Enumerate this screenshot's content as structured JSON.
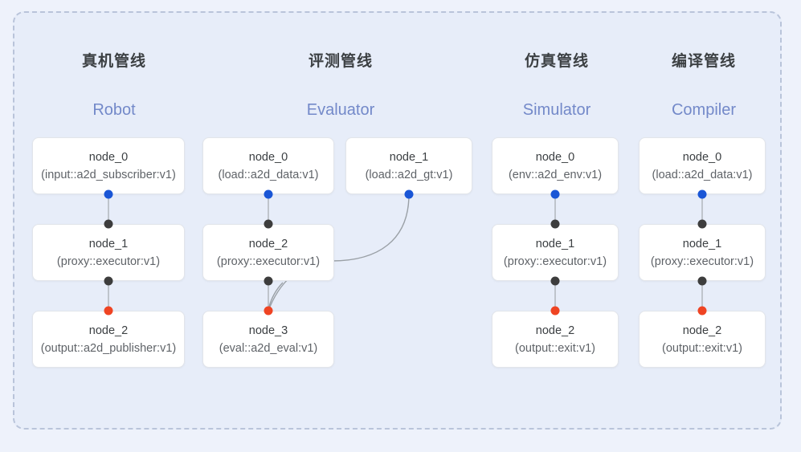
{
  "panel": {
    "name": "pipeline-graph-panel",
    "background_color": "#e7edf9",
    "border_color": "#b9c4da",
    "border_style": "dashed"
  },
  "colors": {
    "port_input": "#3d3d3d",
    "port_output": "#1a56d6",
    "port_final": "#ef4423",
    "edge": "#9aa0a6",
    "node_bg": "#ffffff",
    "node_border": "#e2e5ea",
    "title_cn": "#3c4043",
    "title_en": "#7389c9",
    "canvas_bg": "#eef2fb"
  },
  "columns": [
    {
      "id": "robot",
      "title_cn": "真机管线",
      "title_en": "Robot",
      "nodes": [
        {
          "name": "node_0",
          "type": "(input::a2d_subscriber:v1)"
        },
        {
          "name": "node_1",
          "type": "(proxy::executor:v1)"
        },
        {
          "name": "node_2",
          "type": "(output::a2d_publisher:v1)"
        }
      ]
    },
    {
      "id": "evaluator",
      "title_cn": "评测管线",
      "title_en": "Evaluator",
      "nodes": [
        {
          "name": "node_0",
          "type": "(load::a2d_data:v1)"
        },
        {
          "name": "node_1",
          "type": "(load::a2d_gt:v1)"
        },
        {
          "name": "node_2",
          "type": "(proxy::executor:v1)"
        },
        {
          "name": "node_3",
          "type": "(eval::a2d_eval:v1)"
        }
      ]
    },
    {
      "id": "simulator",
      "title_cn": "仿真管线",
      "title_en": "Simulator",
      "nodes": [
        {
          "name": "node_0",
          "type": "(env::a2d_env:v1)"
        },
        {
          "name": "node_1",
          "type": "(proxy::executor:v1)"
        },
        {
          "name": "node_2",
          "type": "(output::exit:v1)"
        }
      ]
    },
    {
      "id": "compiler",
      "title_cn": "编译管线",
      "title_en": "Compiler",
      "nodes": [
        {
          "name": "node_0",
          "type": "(load::a2d_data:v1)"
        },
        {
          "name": "node_1",
          "type": "(proxy::executor:v1)"
        },
        {
          "name": "node_2",
          "type": "(output::exit:v1)"
        }
      ]
    }
  ]
}
